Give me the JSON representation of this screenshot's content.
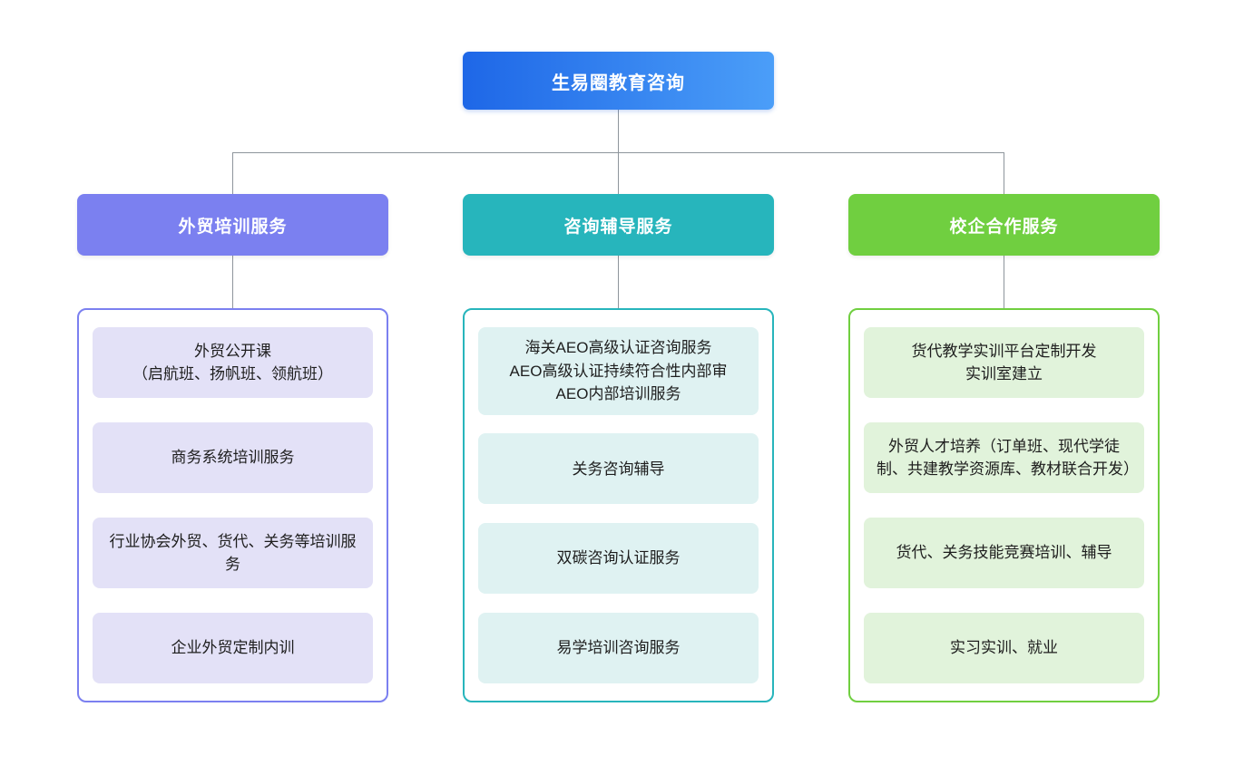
{
  "page": {
    "background": "#FFFFFF"
  },
  "connector_color": "#8E959C",
  "root_node": {
    "label": "生易圈教育咨询",
    "gradient_start": "#1E67E7",
    "gradient_end": "#4B9EF8"
  },
  "branches": [
    {
      "label": "外贸培训服务",
      "accent": "#7B80F0",
      "item_bg": "#E3E1F7",
      "items": [
        {
          "lines": [
            "外贸公开课",
            "（启航班、扬帆班、领航班）"
          ]
        },
        {
          "lines": [
            "商务系统培训服务"
          ]
        },
        {
          "lines": [
            "行业协会外贸、货代、关务等培训服务"
          ]
        },
        {
          "lines": [
            "企业外贸定制内训"
          ]
        }
      ]
    },
    {
      "label": "咨询辅导服务",
      "accent": "#27B5BC",
      "item_bg": "#DFF2F2",
      "items": [
        {
          "lines": [
            "海关AEO高级认证咨询服务",
            "AEO高级认证持续符合性内部审",
            "AEO内部培训服务"
          ]
        },
        {
          "lines": [
            "关务咨询辅导"
          ]
        },
        {
          "lines": [
            "双碳咨询认证服务"
          ]
        },
        {
          "lines": [
            "易学培训咨询服务"
          ]
        }
      ]
    },
    {
      "label": "校企合作服务",
      "accent": "#70CF40",
      "item_bg": "#E1F3DB",
      "items": [
        {
          "lines": [
            "货代教学实训平台定制开发",
            "实训室建立"
          ]
        },
        {
          "lines": [
            "外贸人才培养（订单班、现代学徒制、共建教学资源库、教材联合开发）"
          ]
        },
        {
          "lines": [
            "货代、关务技能竞赛培训、辅导"
          ]
        },
        {
          "lines": [
            "实习实训、就业"
          ]
        }
      ]
    }
  ]
}
